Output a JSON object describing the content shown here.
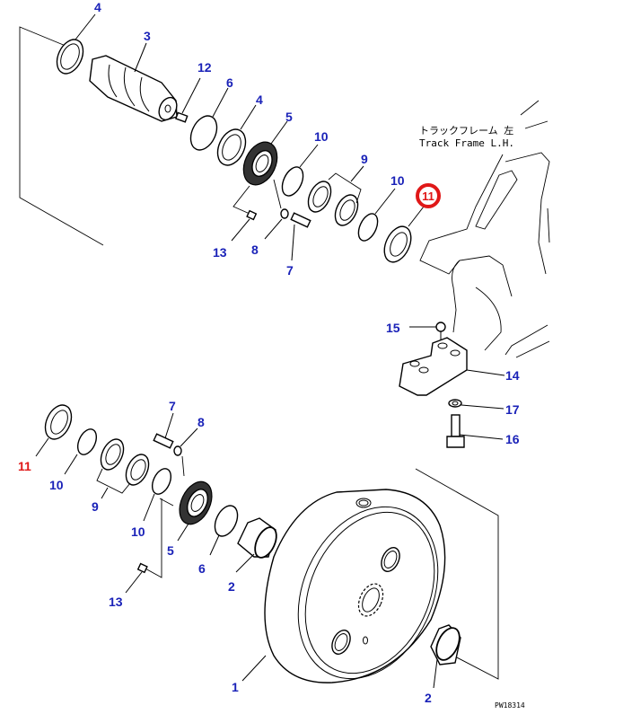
{
  "diagram": {
    "title_jp": "トラックフレーム 左",
    "title_en": "Track Frame L.H.",
    "drawing_code": "PW18314",
    "highlight_color": "#e01818",
    "label_color": "#1a22b8",
    "callouts": {
      "top_4a": "4",
      "top_3": "3",
      "top_12": "12",
      "top_6": "6",
      "top_4b": "4",
      "top_5": "5",
      "top_10a": "10",
      "top_9": "9",
      "top_10b": "10",
      "top_11": "11",
      "top_13": "13",
      "top_8": "8",
      "top_7": "7",
      "mount_15": "15",
      "mount_14": "14",
      "mount_17": "17",
      "mount_16": "16",
      "bot_7": "7",
      "bot_8": "8",
      "bot_11": "11",
      "bot_10a": "10",
      "bot_9": "9",
      "bot_10b": "10",
      "bot_5": "5",
      "bot_6": "6",
      "bot_2a": "2",
      "bot_13": "13",
      "bot_1": "1",
      "bot_2b": "2"
    }
  }
}
